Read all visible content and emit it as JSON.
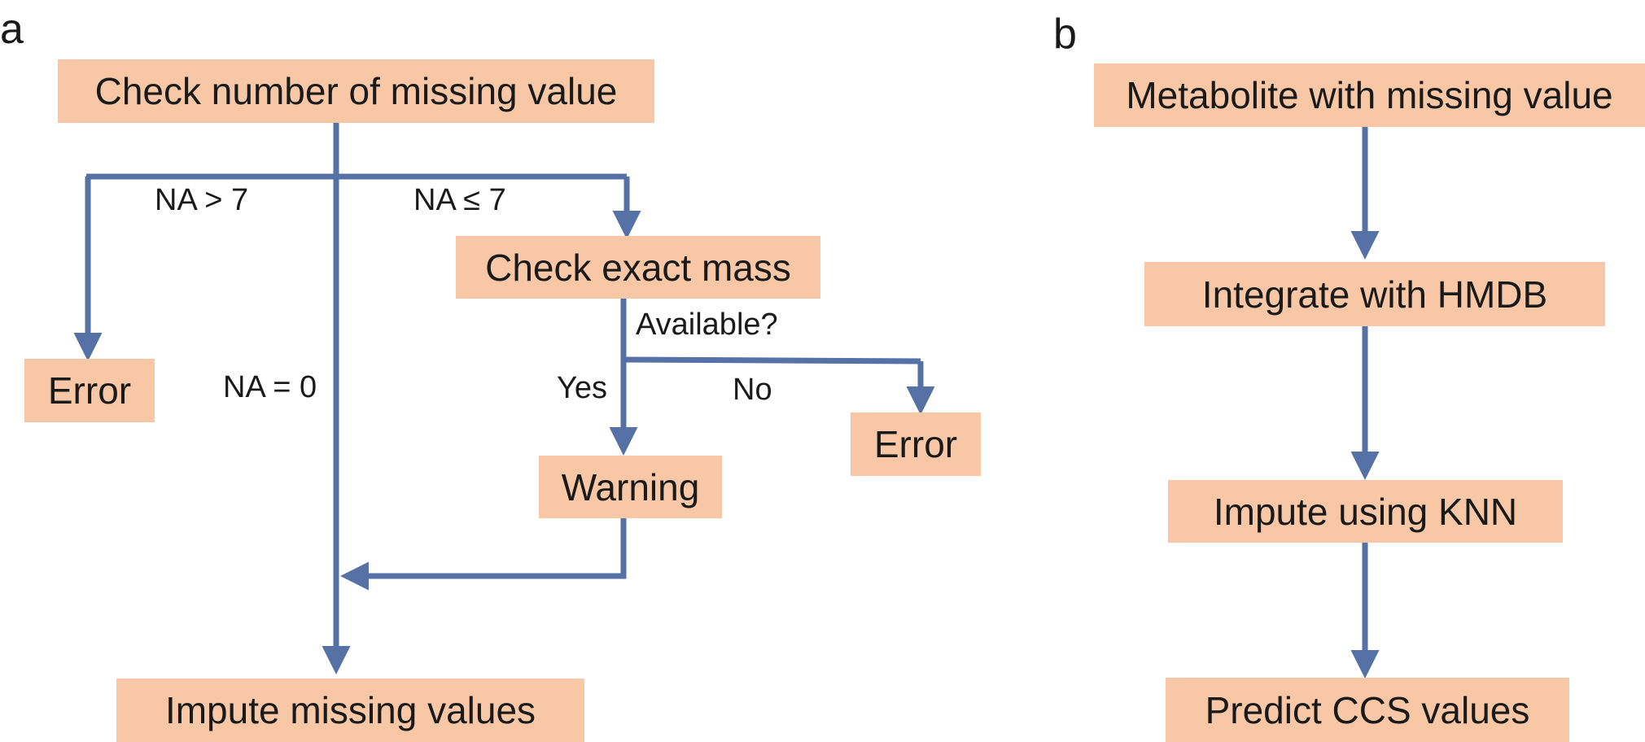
{
  "panel_a": {
    "label": "a",
    "nodes": {
      "check_missing": "Check number of missing value",
      "error_left": "Error",
      "check_mass": "Check exact mass",
      "warning": "Warning",
      "error_right": "Error",
      "impute": "Impute missing values"
    },
    "edges": {
      "na_gt7": "NA > 7",
      "na_le7": "NA ≤ 7",
      "na_eq0": "NA = 0",
      "available": "Available?",
      "yes": "Yes",
      "no": "No"
    }
  },
  "panel_b": {
    "label": "b",
    "nodes": {
      "metabolite": "Metabolite with missing value",
      "integrate": "Integrate with HMDB",
      "knn": "Impute using KNN",
      "predict": "Predict CCS values"
    }
  },
  "colors": {
    "box_fill": "#f8c8a6",
    "arrow": "#5571a6"
  }
}
